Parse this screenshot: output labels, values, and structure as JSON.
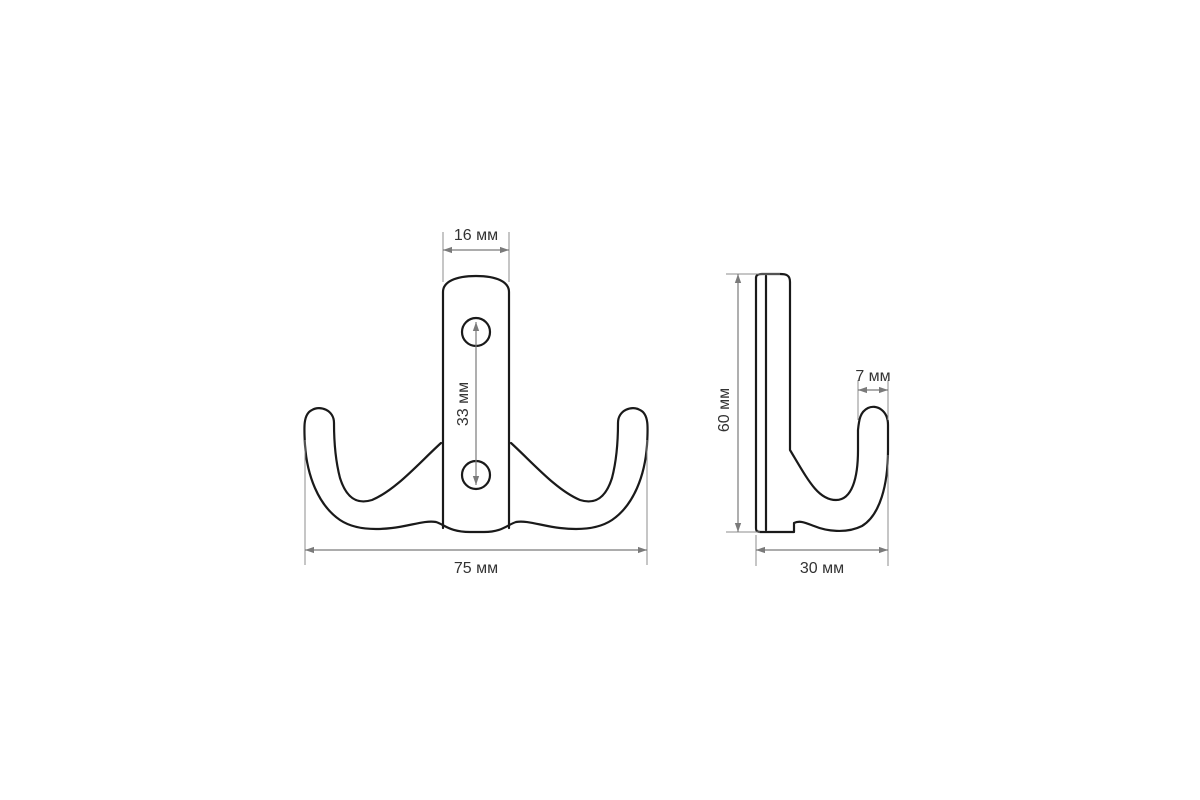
{
  "dimensions": {
    "plate_width": "16 мм",
    "hole_spacing": "33 мм",
    "overall_width": "75 мм",
    "height": "60 мм",
    "hook_opening": "7 мм",
    "depth": "30 мм"
  },
  "colors": {
    "outline": "#1a1a1a",
    "dimension": "#7a7a7a",
    "background": "#ffffff"
  }
}
